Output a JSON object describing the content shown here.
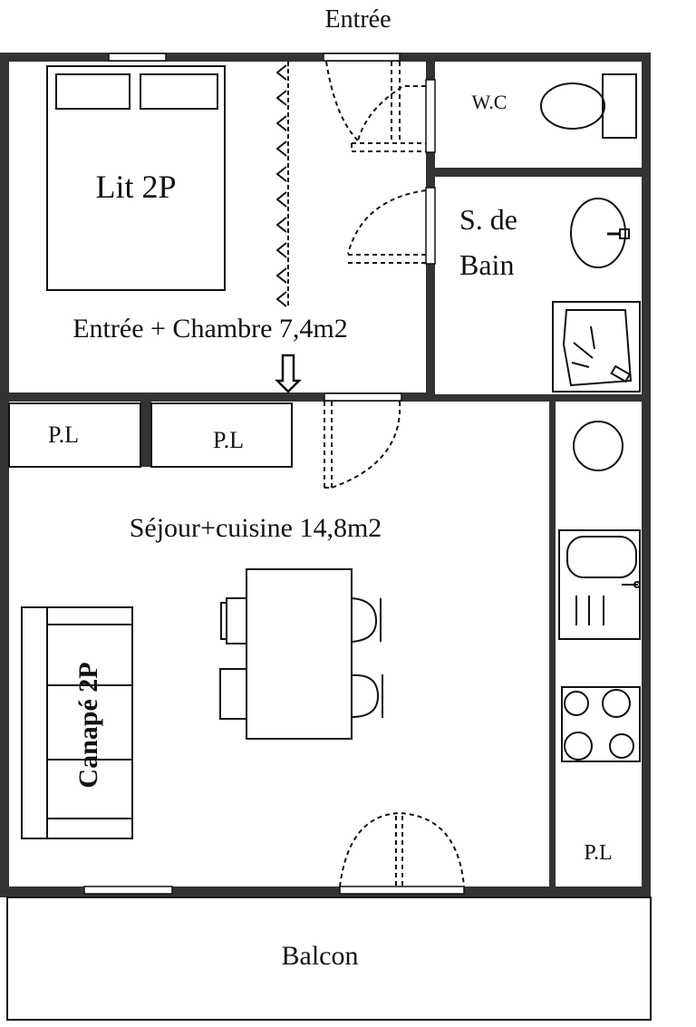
{
  "plan": {
    "entrance_label": "Entrée",
    "rooms": {
      "bedroom": "Entrée + Chambre 7,4m2",
      "bed": "Lit 2P",
      "wc": "W.C",
      "bathroom_line1": "S. de",
      "bathroom_line2": "Bain",
      "living": "Séjour+cuisine 14,8m2",
      "sofa": "Canapé 2P",
      "closet_1": "P.L",
      "closet_2": "P.L",
      "closet_3": "P.L",
      "balcony": "Balcon"
    }
  }
}
